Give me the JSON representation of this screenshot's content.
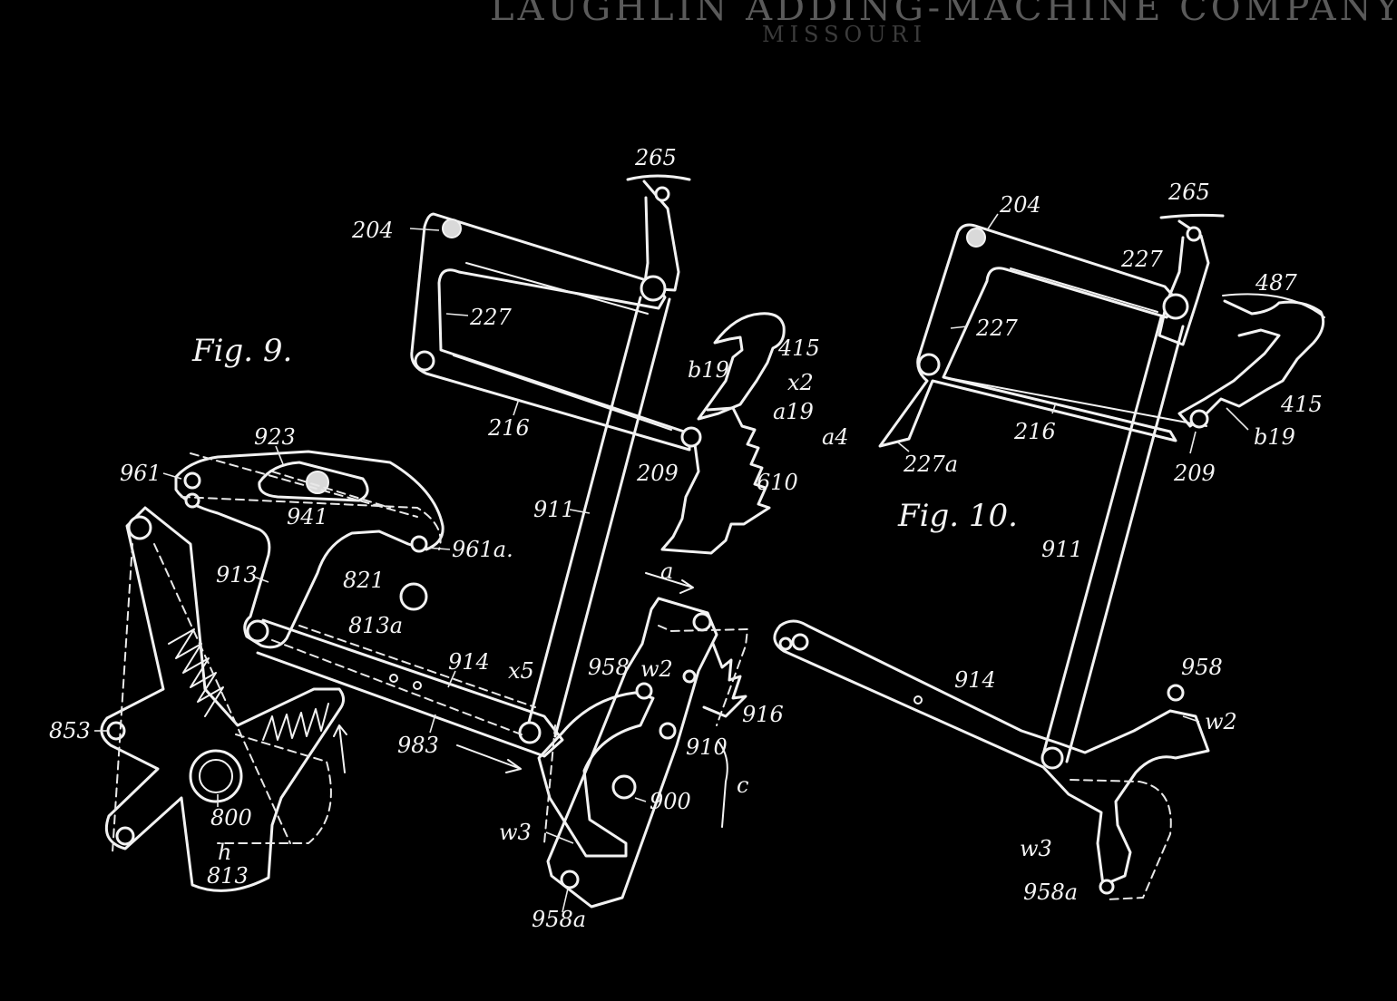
{
  "header": {
    "title": "LAUGHLIN ADDING-MACHINE COMPANY",
    "subtitle": "MISSOURI"
  },
  "figures": [
    {
      "title": "Fig. 9.",
      "refs": {
        "r265": "265",
        "r204": "204",
        "r227": "227",
        "r415": "415",
        "rb19": "b19",
        "rx2": "x2",
        "ra19": "a19",
        "r216": "216",
        "r209": "209",
        "r610": "610",
        "r911": "911",
        "r923": "923",
        "r961": "961",
        "r941": "941",
        "r961a": "961a.",
        "r913": "913",
        "r821": "821",
        "r813a": "813a",
        "ra": "a",
        "rx5": "x5",
        "r914": "914",
        "r958": "958",
        "rw2": "w2",
        "r916": "916",
        "r983": "983",
        "r910": "910",
        "rc": "c",
        "r853": "853",
        "r900": "900",
        "r800": "800",
        "rh": "h",
        "rw3": "w3",
        "r813": "813",
        "r958a": "958a"
      }
    },
    {
      "title": "Fig. 10.",
      "refs": {
        "r265": "265",
        "r204": "204",
        "r227top": "227",
        "r487": "487",
        "r227": "227",
        "r415": "415",
        "ra4": "a4",
        "r216": "216",
        "rb19": "b19",
        "r227a": "227a",
        "r209": "209",
        "r911": "911",
        "r958": "958",
        "r914": "914",
        "rw2": "w2",
        "rw3": "w3",
        "r958a": "958a"
      }
    }
  ],
  "colors": {
    "background": "#000000",
    "ink": "#f2f2f2"
  }
}
